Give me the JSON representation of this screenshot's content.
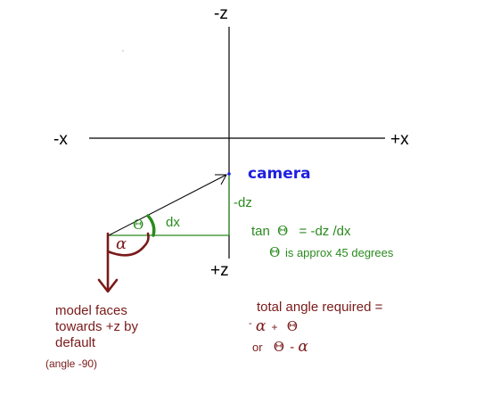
{
  "axes": {
    "neg_z": "-z",
    "pos_z": "+z",
    "neg_x": "-x",
    "pos_x": "+x"
  },
  "camera_label": "camera",
  "labels": {
    "dz": "-dz",
    "dx": "dx",
    "theta": "Θ",
    "alpha": "α"
  },
  "formula": {
    "tan": "tan",
    "theta": "Θ",
    "rhs": "= -dz /dx"
  },
  "approx": {
    "theta": "Θ",
    "text": "is approx 45 degrees"
  },
  "model_note": [
    "model faces",
    "towards +z by",
    "default"
  ],
  "angle_note": "(angle -90)",
  "total": {
    "heading": "total angle required =",
    "line1_minus": "-",
    "line1_alpha": "α",
    "line1_plus": "+",
    "line1_theta": "Θ",
    "line2_or": "or",
    "line2_theta": "Θ",
    "line2_minus": "-",
    "line2_alpha": "α"
  },
  "colors": {
    "axis": "#000000",
    "camera": "#1f1fe0",
    "green": "#2a8a1e",
    "maroon": "#7a1a1a"
  }
}
